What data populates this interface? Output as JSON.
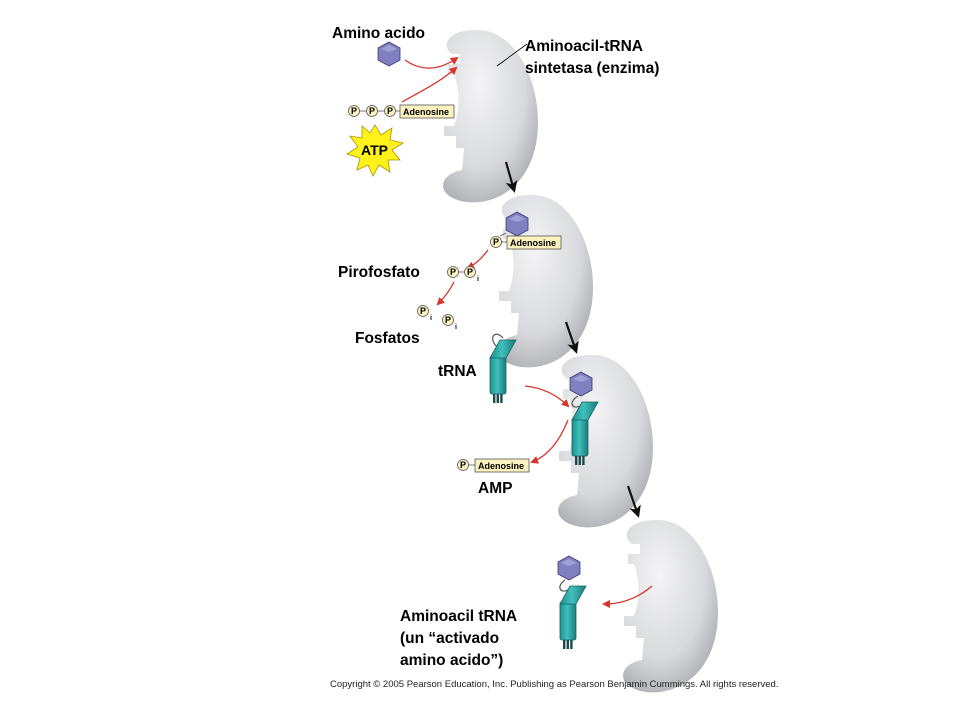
{
  "labels": {
    "amino_acid": "Amino acido",
    "enzyme_line1": "Aminoacil-tRNA",
    "enzyme_line2": "sintetasa (enzima)",
    "pyrophosphate": "Pirofosfato",
    "phosphates": "Fosfatos",
    "trna": "tRNA",
    "amp": "AMP",
    "product_line1": "Aminoacil tRNA",
    "product_line2": "(un “activado",
    "product_line3": "amino acido”)"
  },
  "atp": {
    "burst_text": "ATP",
    "adenosine": "Adenosine",
    "phosphate_symbol": "P"
  },
  "inorganic_subscript": "i",
  "copyright": "Copyright ©  2005 Pearson Education, Inc. Publishing as Pearson Benjamin Cummings. All rights reserved.",
  "colors": {
    "enzyme_fill": "#dcdde0",
    "enzyme_shade": "#a9abb0",
    "amino_acid": "#8080c0",
    "trna_teal": "#2aa5a5",
    "trna_dark": "#1a6464",
    "adenosine_box": "#fbf2bf",
    "atp_burst": "#fff21a",
    "arrow_red": "#d9332b"
  },
  "icons": [
    "amino-acid-hexagon",
    "enzyme-blob",
    "atp-burst",
    "trna-molecule",
    "phosphate-circle"
  ]
}
